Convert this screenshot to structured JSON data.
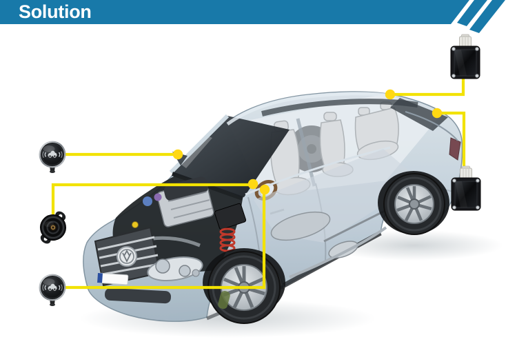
{
  "header": {
    "title": "Solution",
    "banner_color": "#1879a9",
    "title_color": "#ffffff",
    "stripe_count": 2
  },
  "colors": {
    "background": "#ffffff",
    "wire_yellow": "#f2e202",
    "node_yellow": "#ffd813",
    "car_body_light": "#d3dde5",
    "car_body_dark": "#aebfcb",
    "device_black": "#17181b"
  },
  "diagram": {
    "type": "vehicle-security-solution-cutaway",
    "components": [
      {
        "name": "button-tag-upper",
        "icon": "car-remote-button-icon",
        "connection": "windshield-a-pillar"
      },
      {
        "name": "siren-buzzer",
        "icon": "buzzer-rings-icon",
        "connection": "dashboard"
      },
      {
        "name": "button-tag-lower",
        "icon": "car-remote-button-icon",
        "connection": "steering-column"
      },
      {
        "name": "control-module-upper",
        "icon": "black-box-connector-icon",
        "connection": "roof-rear"
      },
      {
        "name": "control-module-lower",
        "icon": "black-box-connector-icon",
        "connection": "rear-deck"
      }
    ],
    "connection_node_count": 5
  }
}
